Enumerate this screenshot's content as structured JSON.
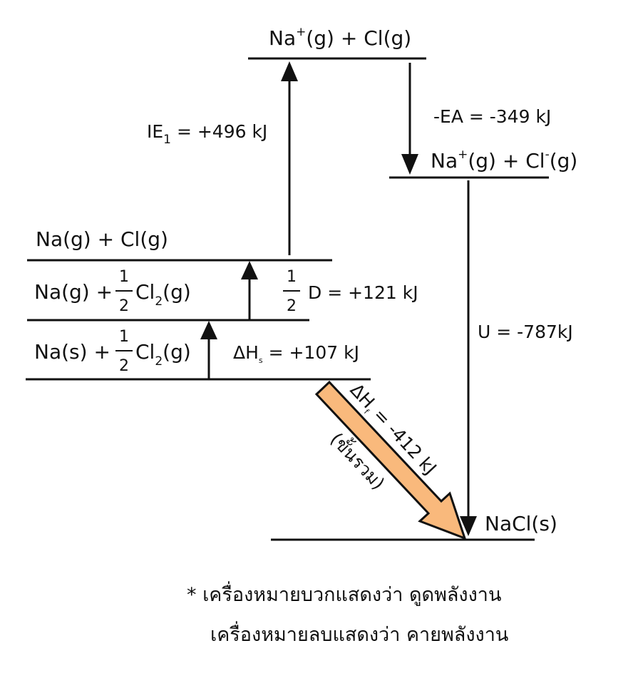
{
  "levels": {
    "na_plus_cl": {
      "species": "Na",
      "charge": "+",
      "rest": "(g) + Cl(g)"
    },
    "na_plus_cl_minus": {
      "species": "Na",
      "charge": "+",
      "middle": "(g) + Cl",
      "charge2": "-",
      "rest": "(g)"
    },
    "na_g_cl_g": {
      "text": "Na(g) + Cl(g)"
    },
    "na_g_half_cl2": {
      "prefix": "Na(g) +",
      "num": "1",
      "den": "2",
      "species": "Cl",
      "sub": "2",
      "rest": "(g)"
    },
    "na_s_half_cl2": {
      "prefix": "Na(s) +",
      "num": "1",
      "den": "2",
      "species": "Cl",
      "sub": "2",
      "rest": "(g)"
    },
    "nacl_s": {
      "text": "NaCl(s)"
    }
  },
  "steps": {
    "ionization": {
      "symbol": "IE",
      "sub": "1",
      "value": " = +496 kJ"
    },
    "electron_affinity": {
      "text": "-EA = -349 kJ"
    },
    "dissociation": {
      "num": "1",
      "den": "2",
      "symbol": "D",
      "value": " = +121 kJ"
    },
    "sublimation": {
      "symbol": "ΔH",
      "sub": "s",
      "value": " = +107 kJ"
    },
    "lattice": {
      "text": "U = -787kJ"
    },
    "formation": {
      "symbol": "ΔH",
      "sub": "f",
      "value": " = -412 kJ",
      "note": "(ขั้นรวม)"
    }
  },
  "notes": [
    "*  เครื่องหมายบวกแสดงว่า ดูดพลังงาน",
    "เครื่องหมายลบแสดงว่า คายพลังงาน"
  ],
  "colors": {
    "formation_arrow_fill": "#F9B97C",
    "line": "#111111"
  }
}
